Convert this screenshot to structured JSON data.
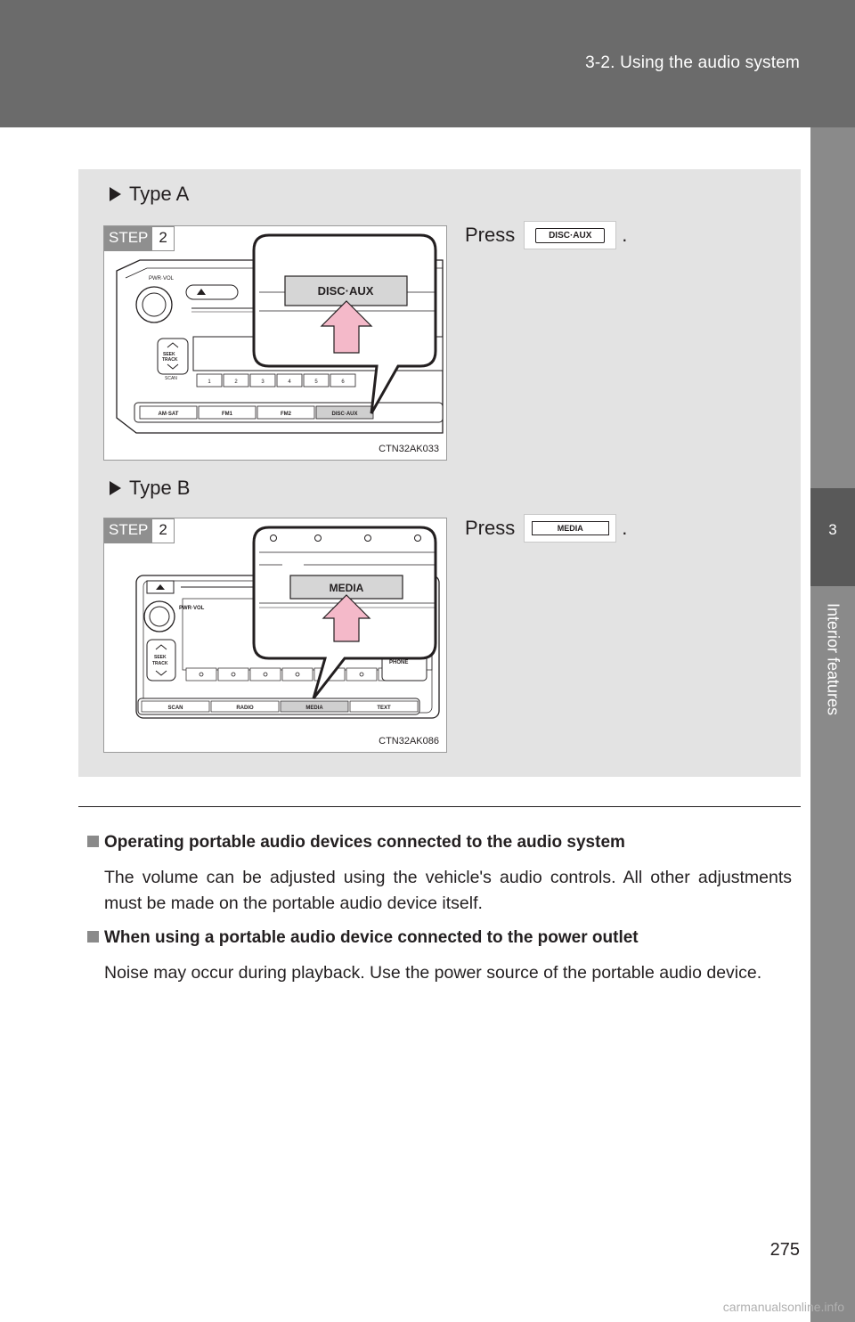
{
  "header": {
    "section": "3-2. Using the audio system"
  },
  "side_tab": {
    "number": "3",
    "chapter": "Interior features"
  },
  "panel": {
    "type_a": {
      "heading": "Type A",
      "step_label": "STEP",
      "step_number": "2",
      "figure_code": "CTN32AK033",
      "press_word": "Press",
      "button_text": "DISC·AUX",
      "press_end": ".",
      "illus": {
        "pwr_vol": "PWR·VOL",
        "seek": "SEEK",
        "track": "TRACK",
        "scan": "SCAN",
        "presets": [
          "1",
          "2",
          "3",
          "4",
          "5",
          "6"
        ],
        "bottom_buttons": [
          "AM·SAT",
          "FM1",
          "FM2",
          "DISC·AUX"
        ],
        "callout_button": "DISC·AUX"
      }
    },
    "type_b": {
      "heading": "Type B",
      "step_label": "STEP",
      "step_number": "2",
      "figure_code": "CTN32AK086",
      "press_word": "Press",
      "button_text": "MEDIA",
      "press_end": ".",
      "illus": {
        "pwr_vol": "PWR·VOL",
        "seek": "SEEK",
        "track": "TRACK",
        "phone": "PHONE",
        "bottom_buttons": [
          "SCAN",
          "RADIO",
          "MEDIA",
          "TEXT"
        ],
        "callout_button": "MEDIA"
      }
    }
  },
  "notes": [
    {
      "title": "Operating portable audio devices connected to the audio system",
      "body": "The volume can be adjusted using the vehicle's audio controls. All other adjustments must be made on the portable audio device itself."
    },
    {
      "title": "When using a portable audio device connected to the power outlet",
      "body": "Noise may occur during playback. Use the power source of the portable audio device."
    }
  ],
  "page_number": "275",
  "watermark": "carmanualsonline.info",
  "colors": {
    "header": "#6b6b6b",
    "panel": "#e3e3e3",
    "arrow": "#f4b9c9"
  }
}
